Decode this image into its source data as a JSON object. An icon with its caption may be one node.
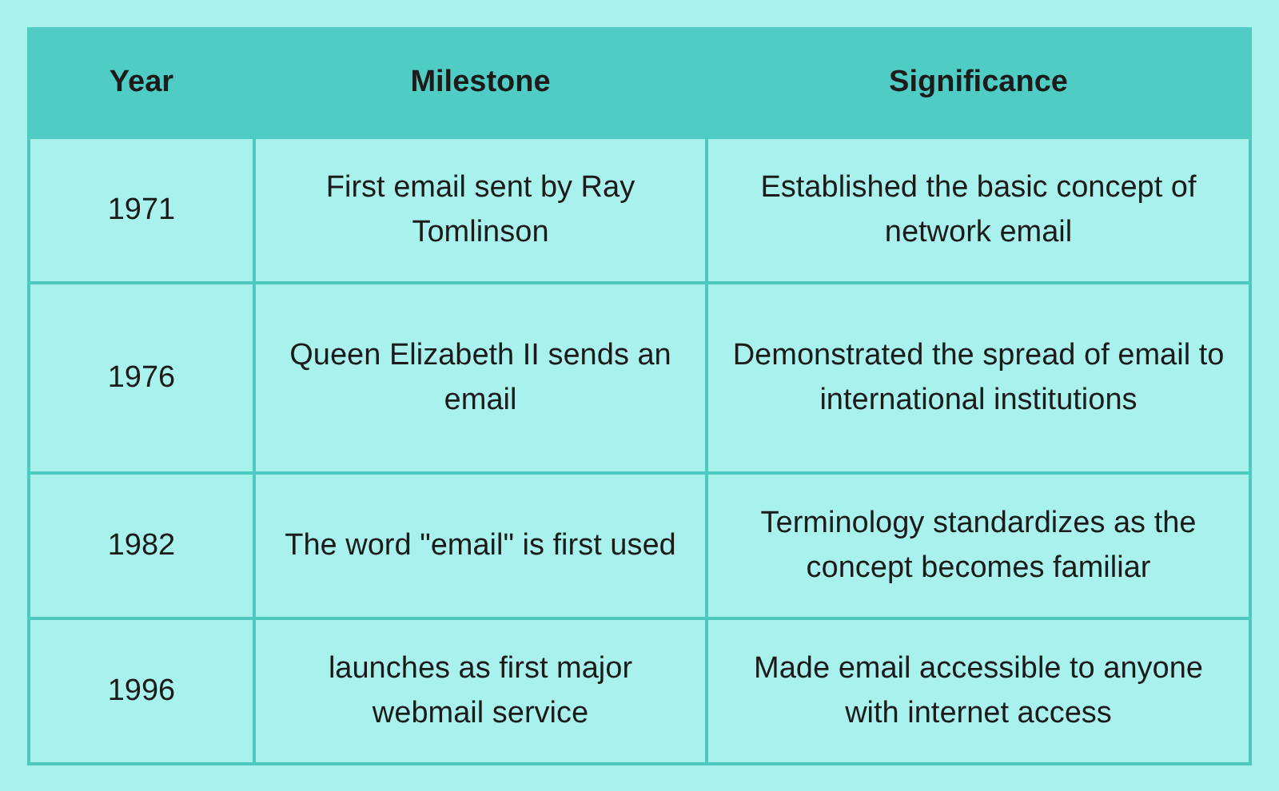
{
  "diagram": {
    "labels": [
      "Year",
      "Milestone",
      "Significance",
      "1971",
      "First email sent by Ray Tomlinson",
      "Established the basic concept of network email",
      "1976",
      "Queen Elizabeth II sends an email",
      "Demonstrated the spread of email to international institutions",
      "1982",
      "The word \"email\" is first used",
      "Terminology standardizes as the concept becomes familiar",
      "1996",
      "launches as first major webmail service",
      "Made email accessible to anyone with internet access"
    ]
  }
}
